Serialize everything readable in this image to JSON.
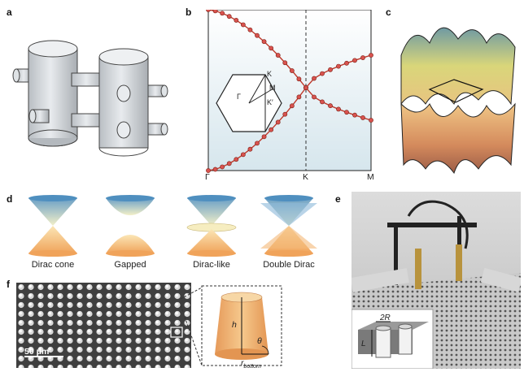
{
  "panel_labels": {
    "a": "a",
    "b": "b",
    "c": "c",
    "d": "d",
    "e": "e",
    "f": "f"
  },
  "band_plot": {
    "x_ticks": [
      "Γ",
      "K",
      "M"
    ],
    "bz_labels": {
      "gamma": "Γ",
      "k": "K",
      "m": "M",
      "kprime": "K′"
    },
    "colors": {
      "curve": "#c0392b",
      "marker": "#d9534f",
      "background_top": "#ffffff",
      "background_bottom": "#dce9ef"
    }
  },
  "cones": {
    "labels": [
      "Dirac cone",
      "Gapped",
      "Dirac-like",
      "Double Dirac"
    ]
  },
  "photo_e": {
    "inset_labels": {
      "radius": "2R",
      "length": "L"
    }
  },
  "micro_f": {
    "scale_bar": "50 μm",
    "inset_labels": {
      "height": "h",
      "angle": "θ",
      "radius_bottom": "r",
      "radius_bottom_sub": "bottom"
    }
  }
}
